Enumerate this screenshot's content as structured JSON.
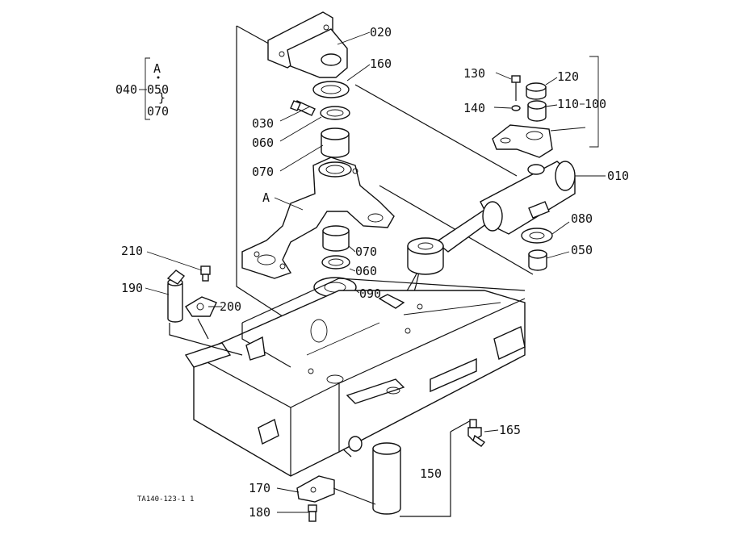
{
  "diagram": {
    "catalog_code": "TA140-123-1 1",
    "group_marker": "A",
    "group": {
      "main": "040",
      "members": [
        "050",
        "070"
      ]
    },
    "ref_marker": "A",
    "parts": [
      {
        "id": "p020",
        "label": "020"
      },
      {
        "id": "p160",
        "label": "160"
      },
      {
        "id": "p030",
        "label": "030"
      },
      {
        "id": "p060a",
        "label": "060"
      },
      {
        "id": "p070a",
        "label": "070"
      },
      {
        "id": "p070b",
        "label": "070"
      },
      {
        "id": "p060b",
        "label": "060"
      },
      {
        "id": "p090",
        "label": "090"
      },
      {
        "id": "p130",
        "label": "130"
      },
      {
        "id": "p120",
        "label": "120"
      },
      {
        "id": "p140",
        "label": "140"
      },
      {
        "id": "p110",
        "label": "110"
      },
      {
        "id": "p100",
        "label": "100"
      },
      {
        "id": "p010",
        "label": "010"
      },
      {
        "id": "p080",
        "label": "080"
      },
      {
        "id": "p050",
        "label": "050"
      },
      {
        "id": "p210",
        "label": "210"
      },
      {
        "id": "p190",
        "label": "190"
      },
      {
        "id": "p200",
        "label": "200"
      },
      {
        "id": "p165",
        "label": "165"
      },
      {
        "id": "p150",
        "label": "150"
      },
      {
        "id": "p170",
        "label": "170"
      },
      {
        "id": "p180",
        "label": "180"
      }
    ]
  }
}
